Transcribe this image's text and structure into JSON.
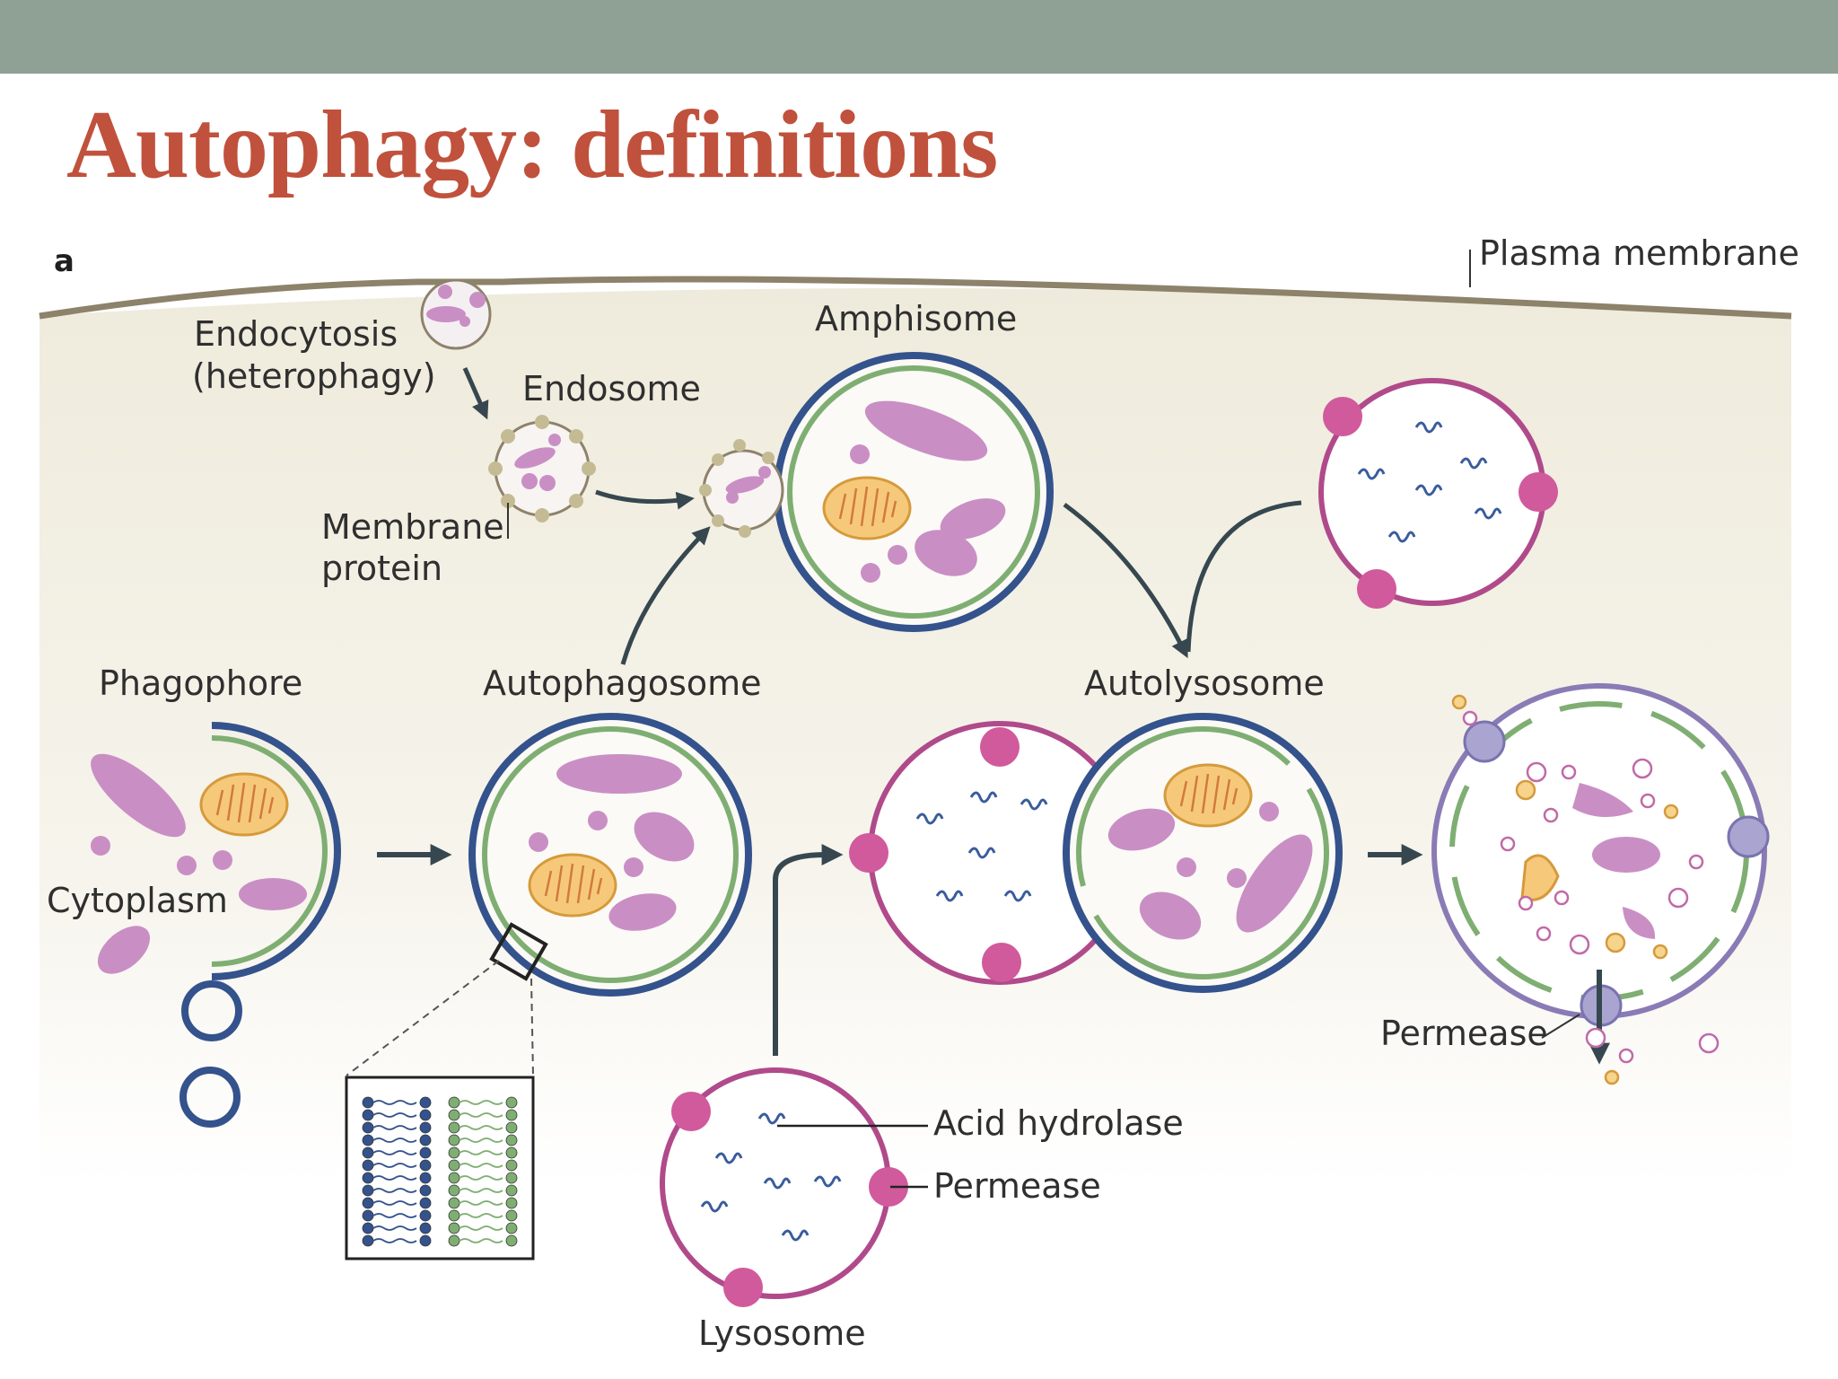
{
  "slide": {
    "title": "Autophagy: definitions",
    "accent_color": "#c0513c",
    "header_bar_color": "#8fa095"
  },
  "figure": {
    "panel_label": "a",
    "labels": {
      "plasma_membrane": "Plasma membrane",
      "endocytosis_line1": "Endocytosis",
      "endocytosis_line2": "(heterophagy)",
      "endosome": "Endosome",
      "amphisome": "Amphisome",
      "membrane_protein_line1": "Membrane",
      "membrane_protein_line2": "protein",
      "phagophore": "Phagophore",
      "autophagosome": "Autophagosome",
      "autolysosome": "Autolysosome",
      "cytoplasm": "Cytoplasm",
      "permease_right": "Permease",
      "acid_hydrolase": "Acid hydrolase",
      "permease_lysosome": "Permease",
      "lysosome": "Lysosome"
    },
    "colors": {
      "cytoplasm": "#f1eee0",
      "outer_membrane": "#34528c",
      "inner_membrane": "#7fae72",
      "lysosome_membrane": "#b04a8a",
      "permease": "#d05a9c",
      "cargo": "#c98fc4",
      "mitochondrion": "#f4c273",
      "hydrolase": "#3a5c9c",
      "arrow": "#37474f"
    },
    "icons": [
      "arrow-icon",
      "mitochondrion-icon",
      "membrane-bilayer-icon"
    ]
  }
}
